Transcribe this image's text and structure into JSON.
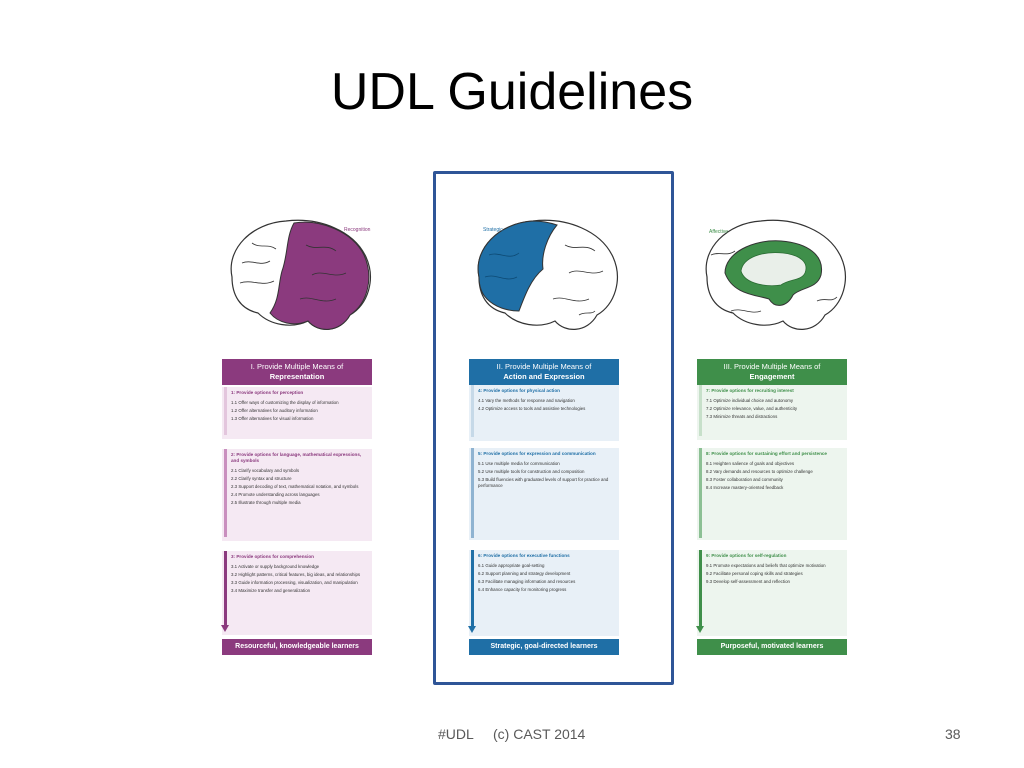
{
  "slide": {
    "title": "UDL Guidelines",
    "footer_left": "#UDL",
    "footer_mid": "(c) CAST 2014",
    "page_number": "38"
  },
  "colors": {
    "representation": "#8b3a7e",
    "action": "#1f6fa6",
    "engagement": "#3f8f4a",
    "frame": "#2f5597"
  },
  "panels": [
    {
      "brain_label": "Recognition",
      "header_line1": "I. Provide Multiple Means of",
      "header_line2": "Representation",
      "sections": [
        {
          "title": "1: Provide options for perception",
          "items": [
            "1.1 Offer ways of customizing the display of information",
            "1.2 Offer alternatives for auditory information",
            "1.3 Offer alternatives for visual information"
          ]
        },
        {
          "title": "2: Provide options for language, mathematical expressions, and symbols",
          "items": [
            "2.1 Clarify vocabulary and symbols",
            "2.2 Clarify syntax and structure",
            "2.3 Support decoding of text, mathematical notation, and symbols",
            "2.4 Promote understanding across languages",
            "2.5 Illustrate through multiple media"
          ]
        },
        {
          "title": "3: Provide options for comprehension",
          "items": [
            "3.1 Activate or supply background knowledge",
            "3.2 Highlight patterns, critical features, big ideas, and relationships",
            "3.3 Guide information processing, visualization, and manipulation",
            "3.4 Maximize transfer and generalization"
          ]
        }
      ],
      "footer": "Resourceful, knowledgeable learners"
    },
    {
      "brain_label": "Strategic",
      "header_line1": "II. Provide Multiple Means of",
      "header_line2": "Action and Expression",
      "sections": [
        {
          "title": "4: Provide options for physical action",
          "items": [
            "4.1 Vary the methods for response and navigation",
            "4.2 Optimize access to tools and assistive technologies"
          ]
        },
        {
          "title": "5: Provide options for expression and communication",
          "items": [
            "5.1 Use multiple media for communication",
            "5.2 Use multiple tools for construction and composition",
            "5.3 Build fluencies with graduated levels of support for practice and performance"
          ]
        },
        {
          "title": "6: Provide options for executive functions",
          "items": [
            "6.1 Guide appropriate goal-setting",
            "6.2 Support planning and strategy development",
            "6.3 Facilitate managing information and resources",
            "6.4 Enhance capacity for monitoring progress"
          ]
        }
      ],
      "footer": "Strategic, goal-directed learners"
    },
    {
      "brain_label": "Affective",
      "header_line1": "III. Provide Multiple Means of",
      "header_line2": "Engagement",
      "sections": [
        {
          "title": "7: Provide options for recruiting interest",
          "items": [
            "7.1 Optimize individual choice and autonomy",
            "7.2 Optimize relevance, value, and authenticity",
            "7.3 Minimize threats and distractions"
          ]
        },
        {
          "title": "8: Provide options for sustaining effort and persistence",
          "items": [
            "8.1 Heighten salience of goals and objectives",
            "8.2 Vary demands and resources to optimize challenge",
            "8.3 Foster collaboration and community",
            "8.4 Increase mastery-oriented feedback"
          ]
        },
        {
          "title": "9: Provide options for self-regulation",
          "items": [
            "9.1 Promote expectations and beliefs that optimize motivation",
            "9.2 Facilitate personal coping skills and strategies",
            "9.3 Develop self-assessment and reflection"
          ]
        }
      ],
      "footer": "Purposeful, motivated learners"
    }
  ]
}
